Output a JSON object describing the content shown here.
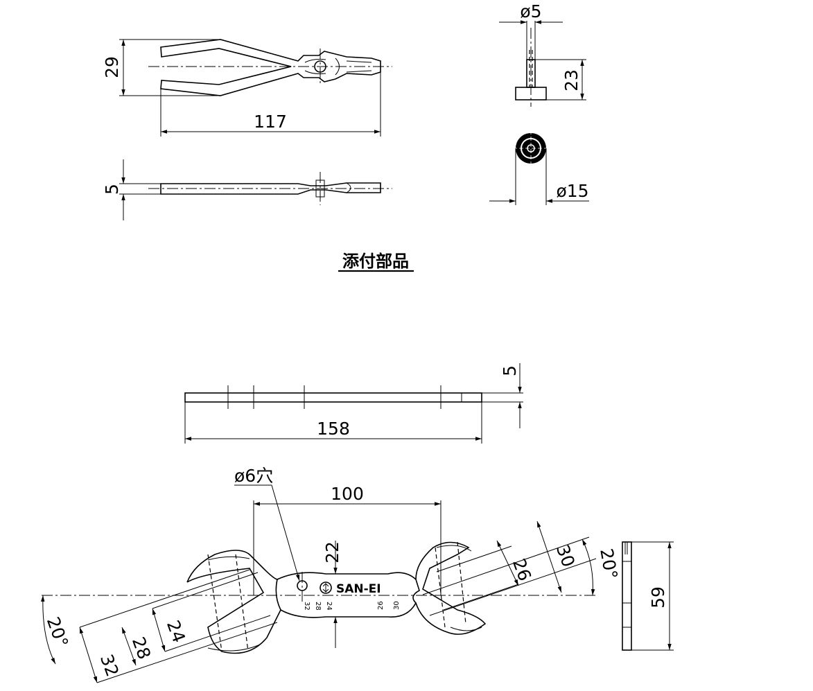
{
  "caption": "添付部品",
  "pliers": {
    "height_dim": "29",
    "length_dim": "117",
    "thickness_dim": "5"
  },
  "pin": {
    "shaft_dia_dim": "ø5",
    "height_dim": "23",
    "head_dia_dim": "ø15"
  },
  "wrench_side": {
    "thickness_dim": "5",
    "length_dim": "158"
  },
  "wrench_front": {
    "hole_label": "ø6穴",
    "pitch_dim": "100",
    "neck_dim": "22",
    "right_outer_dim": "30",
    "right_inner_dim": "26",
    "right_angle": "20°",
    "left_angle": "20°",
    "left_outer_dim": "32",
    "left_mid_dim": "28",
    "left_inner_dim": "24",
    "logo_text": "SAN-EI",
    "stamp_left_a": "32",
    "stamp_left_b": "28",
    "stamp_left_c": "24",
    "stamp_right_a": "26",
    "stamp_right_b": "30"
  },
  "wrench_edge": {
    "width_dim": "59"
  }
}
